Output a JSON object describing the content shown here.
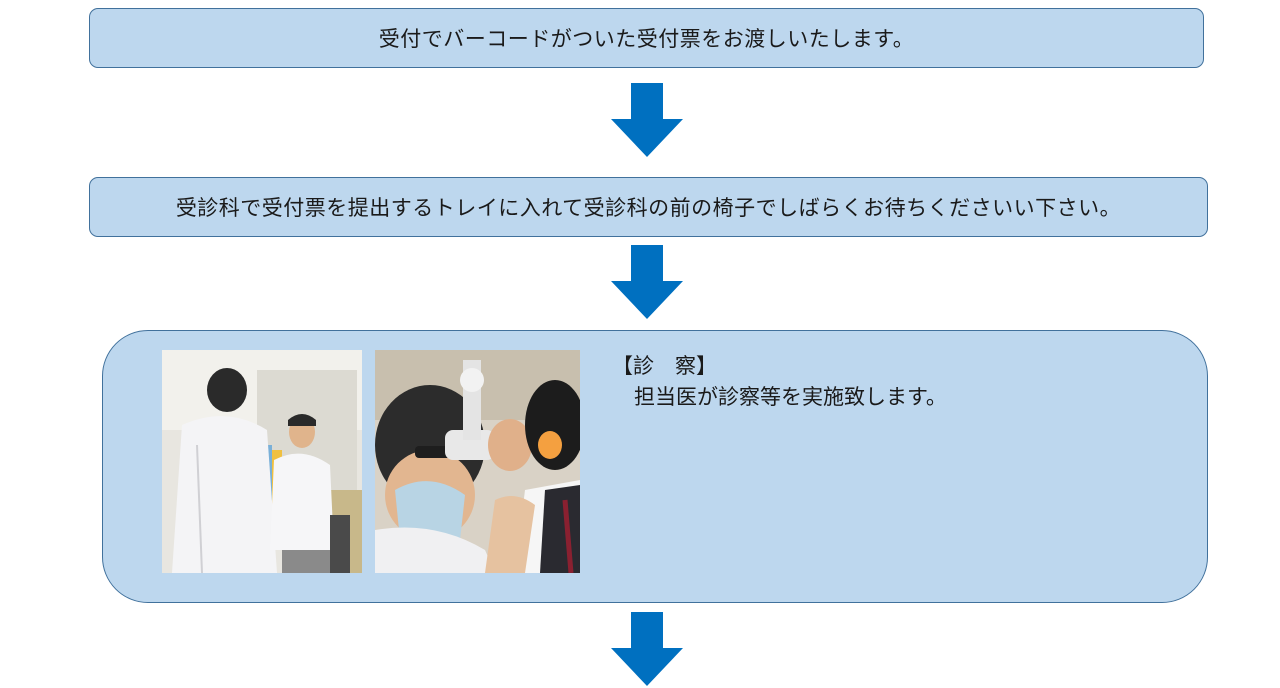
{
  "steps": [
    {
      "text": "受付でバーコードがついた受付票をお渡しいたします。"
    },
    {
      "text": "受診科で受付票を提出するトレイに入れて受診科の前の椅子でしばらくお待ちくださいい下さい。"
    },
    {
      "title": "【診　察】",
      "description": "担当医が診察等を実施致します。",
      "images": [
        {
          "subject": "doctor consulting patient"
        },
        {
          "subject": "doctor examining patient ear"
        }
      ]
    }
  ],
  "colors": {
    "box_fill": "#bdd7ee",
    "box_border": "#41719c",
    "arrow": "#0070c0"
  },
  "icons": [
    "down-arrow-icon"
  ]
}
